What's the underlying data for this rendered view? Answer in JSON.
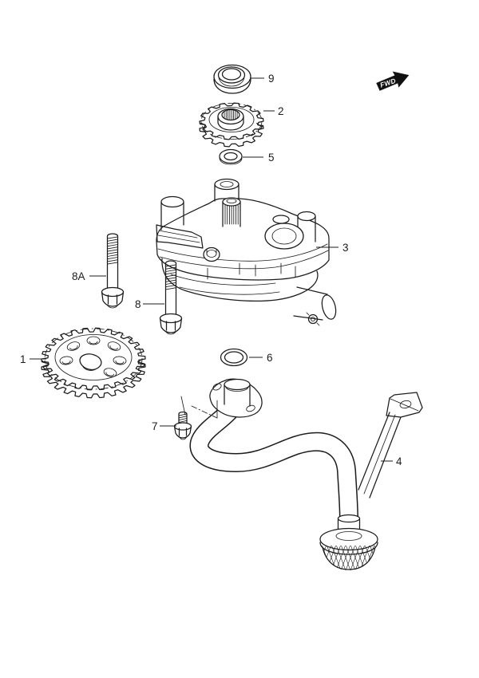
{
  "diagram": {
    "fwd_badge": "FWD",
    "callouts": {
      "part1": "1",
      "part2": "2",
      "part3": "3",
      "part4": "4",
      "part5": "5",
      "part6": "6",
      "part7": "7",
      "part8": "8",
      "part8a": "8A",
      "part9": "9"
    }
  },
  "colors": {
    "background": "#ffffff",
    "line": "#1c1c1c",
    "badge_fill": "#101010",
    "badge_text": "#ffffff"
  }
}
